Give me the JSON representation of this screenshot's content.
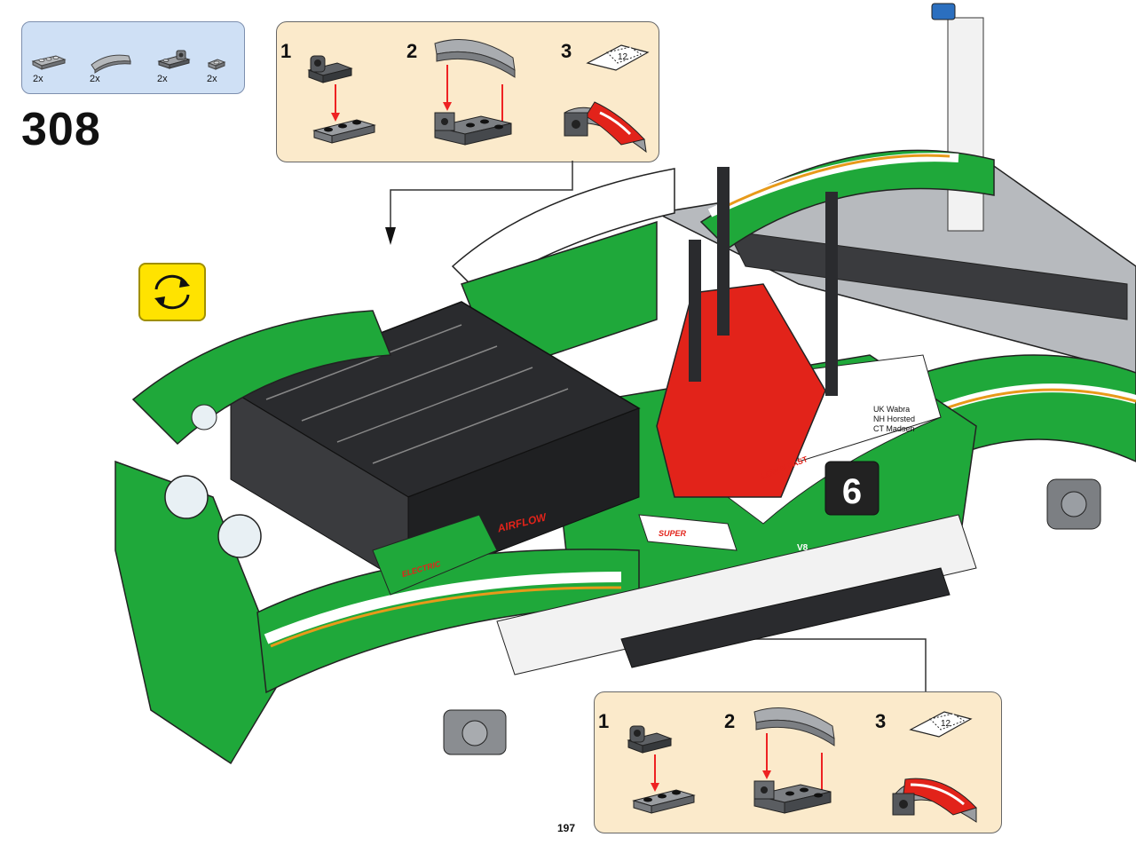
{
  "parts_list": {
    "items": [
      {
        "qty": "2x",
        "icon": "plate-1x3-icon"
      },
      {
        "qty": "2x",
        "icon": "curved-slope-icon"
      },
      {
        "qty": "2x",
        "icon": "plate-with-clip-icon"
      },
      {
        "qty": "2x",
        "icon": "tile-1x1-icon"
      }
    ]
  },
  "step": {
    "number": "308"
  },
  "rotate": {
    "icon": "rotate-model-icon",
    "color": "#ffe300"
  },
  "sub_assembly_top": {
    "steps": [
      {
        "num": "1"
      },
      {
        "num": "2"
      },
      {
        "num": "3"
      }
    ],
    "sticker_label": "12"
  },
  "sub_assembly_bottom": {
    "steps": [
      {
        "num": "1"
      },
      {
        "num": "2"
      },
      {
        "num": "3"
      }
    ],
    "sticker_label": "12"
  },
  "model_decals": {
    "driver_list": [
      "UK Wabra",
      "NH Horsted",
      "CT Madsen"
    ],
    "race_number": "6",
    "sponsor_1": "LOW N FAST",
    "sponsor_2": "AIRFLOW",
    "sponsor_3": "SUPER",
    "sponsor_4": "ELECTRIC",
    "badge": "V8"
  },
  "colors": {
    "body_green": "#1fa83a",
    "stripe_orange": "#e79a1a",
    "frame_grey": "#9a9ea3",
    "dark_panel": "#2a2b2e",
    "seat_red": "#e2231a",
    "arrow_red": "#e22",
    "box_fill": "#fbeacb"
  },
  "page": {
    "number": "197"
  }
}
